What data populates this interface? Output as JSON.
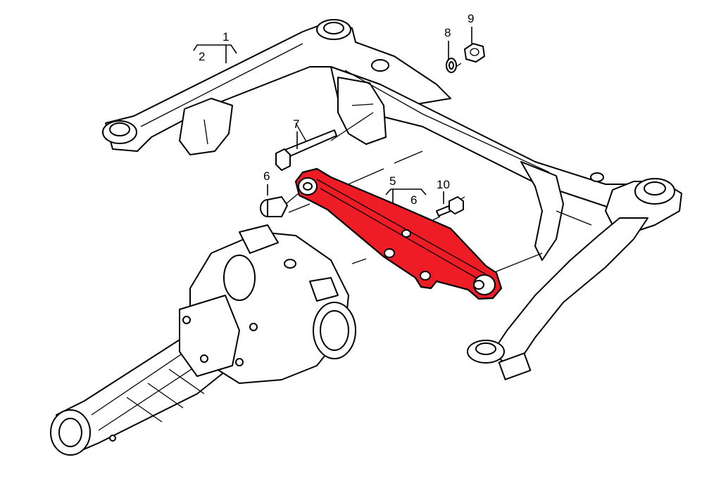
{
  "highlight_color": "#ee1c25",
  "callouts": {
    "c1": "1",
    "c2": "2",
    "c5": "5",
    "c6a": "6",
    "c6b": "6",
    "c7": "7",
    "c8": "8",
    "c9": "9",
    "c10": "10"
  }
}
